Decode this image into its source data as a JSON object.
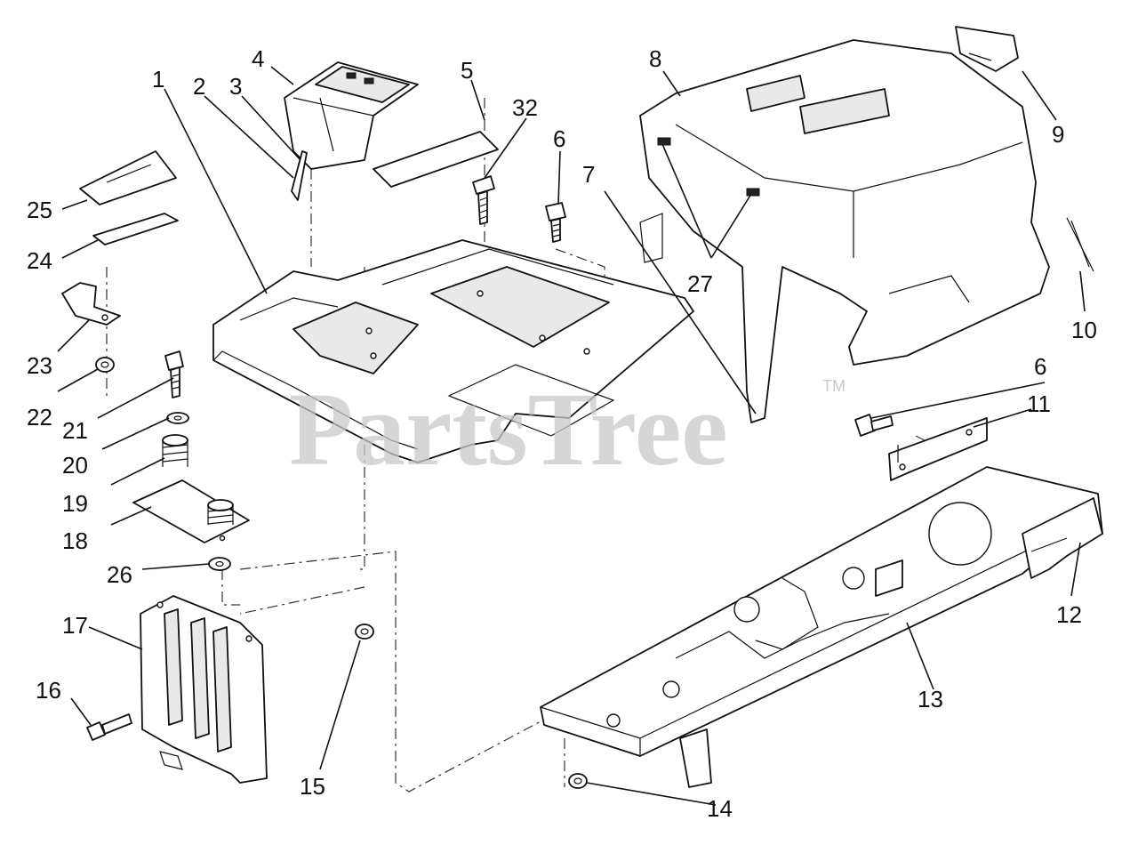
{
  "watermark": {
    "text": "PartsTree",
    "trademark": "TM"
  },
  "callouts": {
    "c1": "1",
    "c2": "2",
    "c3": "3",
    "c4": "4",
    "c5": "5",
    "c6a": "6",
    "c6b": "6",
    "c7": "7",
    "c8": "8",
    "c9": "9",
    "c10": "10",
    "c11": "11",
    "c12": "12",
    "c13": "13",
    "c14": "14",
    "c15": "15",
    "c16": "16",
    "c17": "17",
    "c18": "18",
    "c19": "19",
    "c20": "20",
    "c21": "21",
    "c22": "22",
    "c23": "23",
    "c24": "24",
    "c25": "25",
    "c26": "26",
    "c27": "27",
    "c32": "32"
  }
}
